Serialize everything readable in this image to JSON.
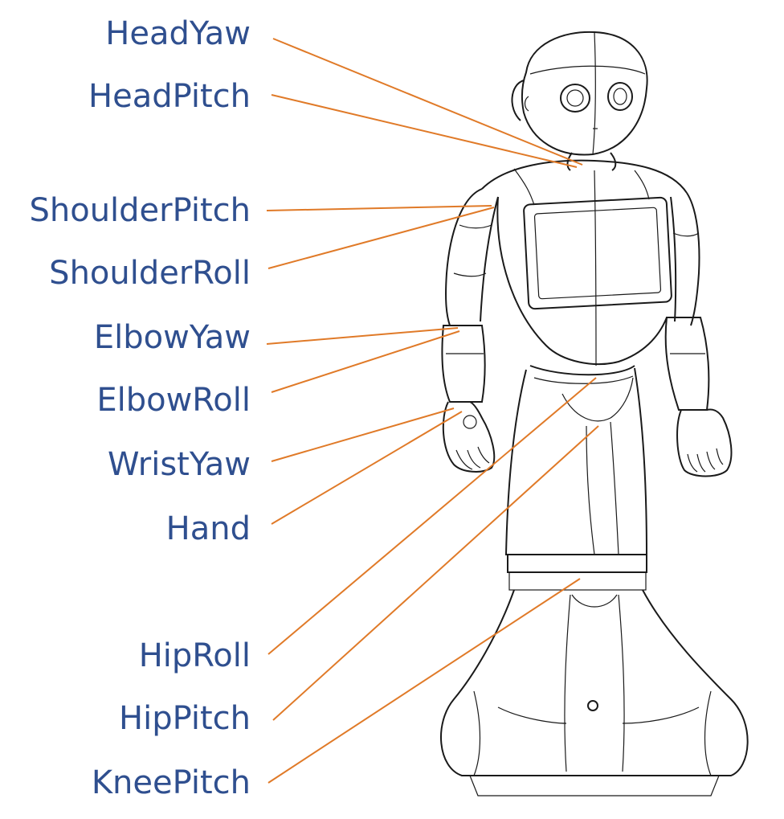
{
  "diagram": {
    "labels": [
      {
        "id": "head-yaw",
        "text": "HeadYaw"
      },
      {
        "id": "head-pitch",
        "text": "HeadPitch"
      },
      {
        "id": "shoulder-pitch",
        "text": "ShoulderPitch"
      },
      {
        "id": "shoulder-roll",
        "text": "ShoulderRoll"
      },
      {
        "id": "elbow-yaw",
        "text": "ElbowYaw"
      },
      {
        "id": "elbow-roll",
        "text": "ElbowRoll"
      },
      {
        "id": "wrist-yaw",
        "text": "WristYaw"
      },
      {
        "id": "hand",
        "text": "Hand"
      },
      {
        "id": "hip-roll",
        "text": "HipRoll"
      },
      {
        "id": "hip-pitch",
        "text": "HipPitch"
      },
      {
        "id": "knee-pitch",
        "text": "KneePitch"
      }
    ],
    "colors": {
      "label_text": "#2f4f8f",
      "leader_line": "#e07a28",
      "robot_outline": "#1a1a1a"
    }
  }
}
